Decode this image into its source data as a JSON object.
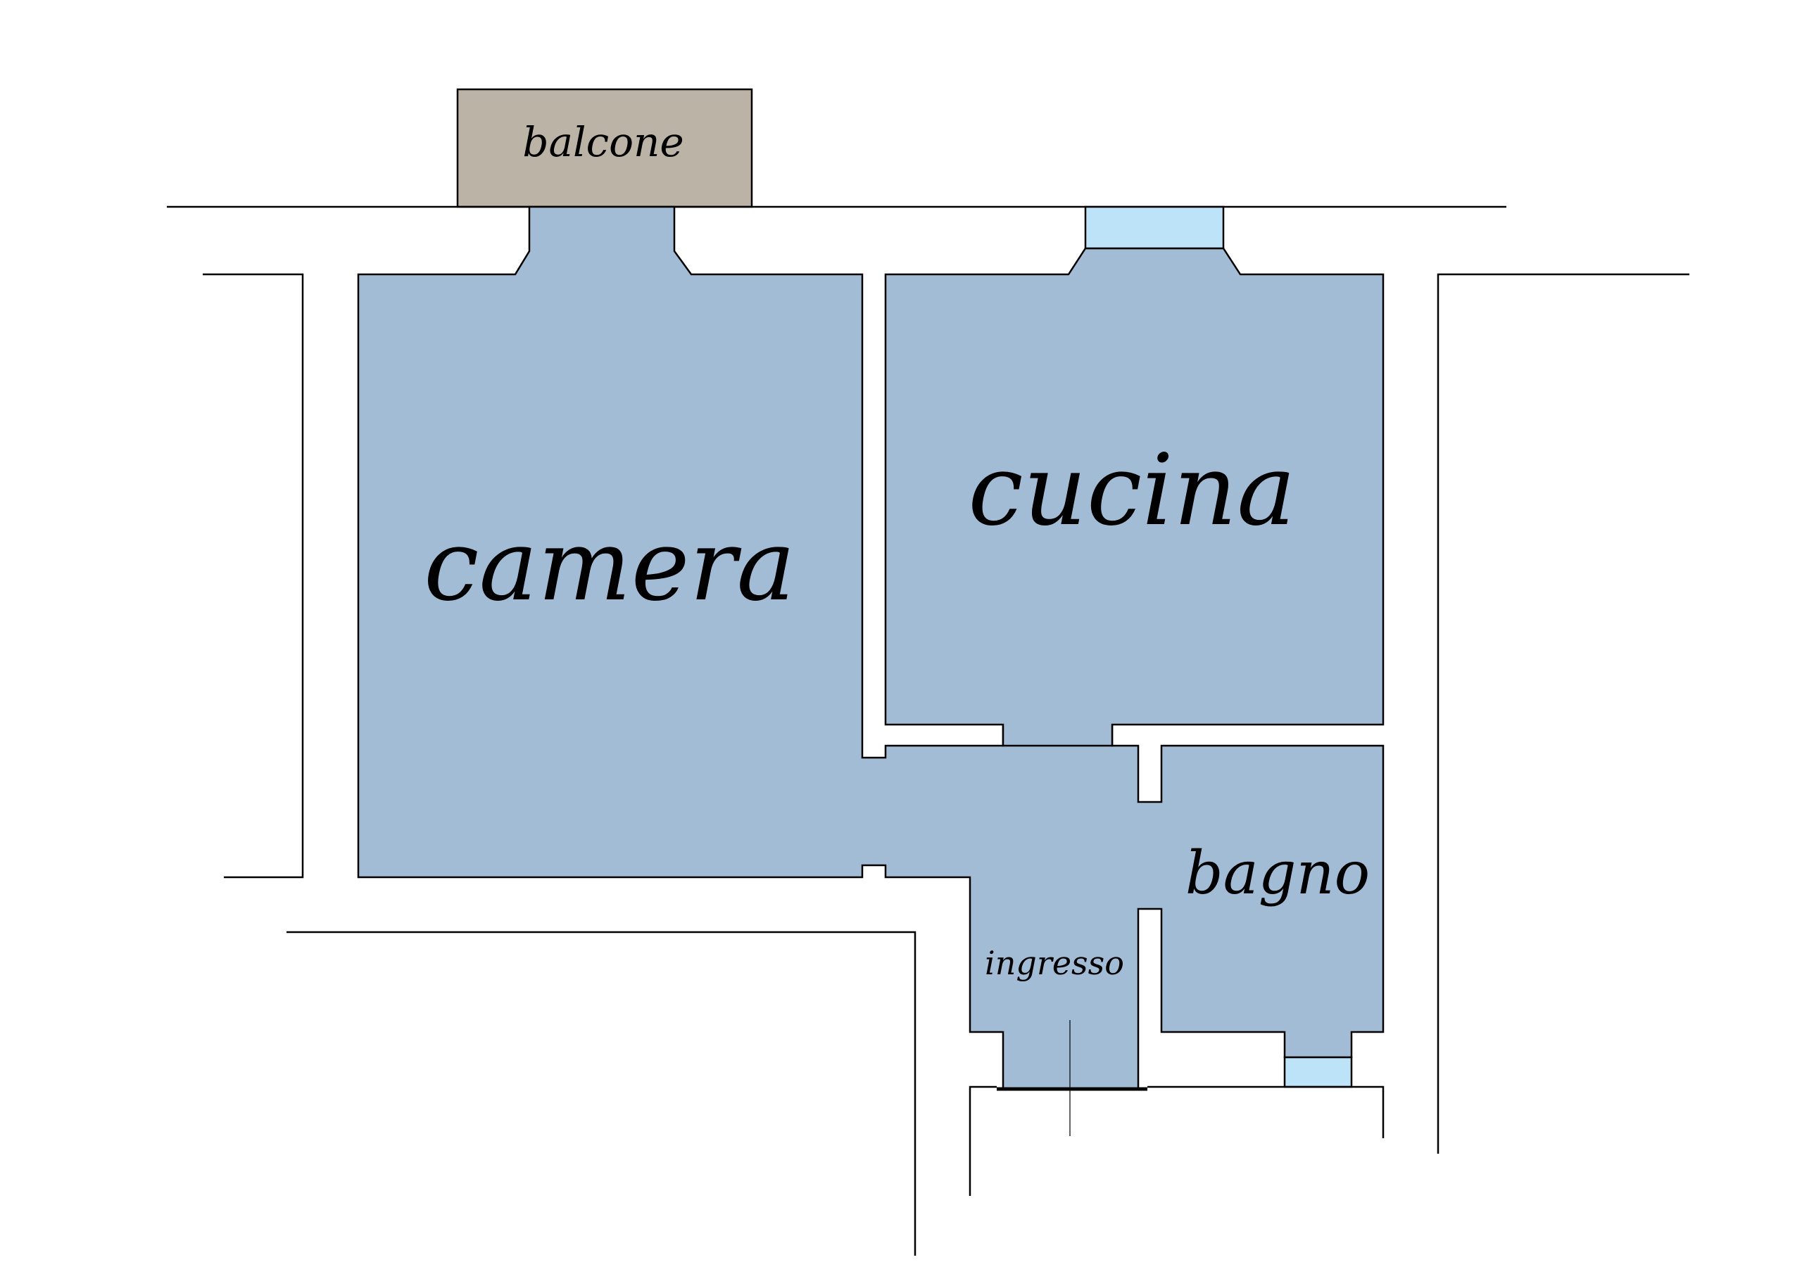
{
  "rooms": {
    "balcone": "balcone",
    "camera": "camera",
    "cucina": "cucina",
    "bagno": "bagno",
    "ingresso": "ingresso"
  },
  "colors": {
    "room_fill": "#a3bcd6",
    "window_fill": "#bde3f8",
    "balcony_fill": "#bbb3a5",
    "line": "#000000",
    "background": "#ffffff"
  }
}
